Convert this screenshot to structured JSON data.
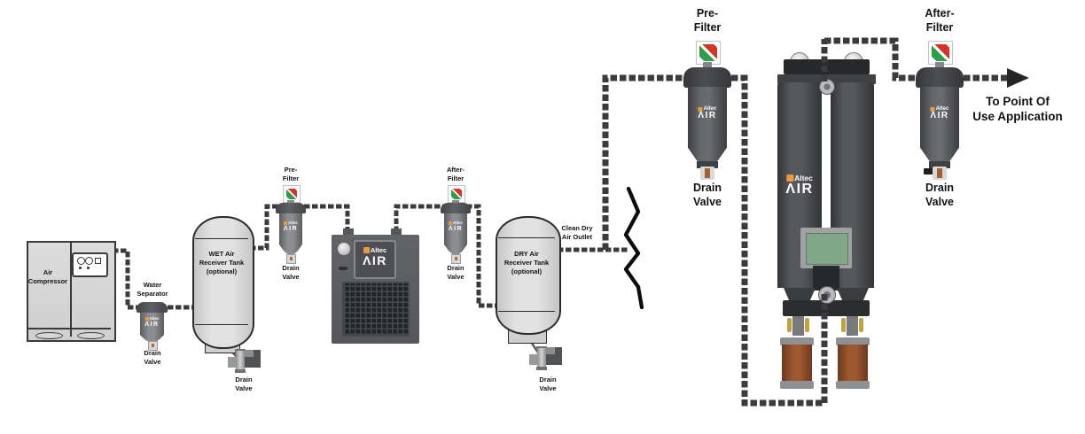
{
  "colors": {
    "pipe": "#3b3b3d",
    "gauge-red": "#d63426",
    "gauge-green": "#2f9e49",
    "brand-orange": "#e89c3f",
    "screen-green": "#80a78a",
    "brass": "#c2a23e"
  },
  "brand": {
    "altec": "Altec",
    "air": "ΛIR"
  },
  "labels": {
    "air_compressor": "Air\nCompressor",
    "water_separator": "Water\nSeparator",
    "wet_tank": "WET Air\nReceiver Tank\n(optional)",
    "dry_tank": "DRY Air\nReceiver Tank\n(optional)",
    "pre_filter": "Pre-\nFilter",
    "after_filter": "After-\nFilter",
    "drain_valve": "Drain\nValve",
    "clean_dry_outlet": "Clean Dry\nAir Outlet",
    "to_point_of_use": "To Point Of\nUse Application"
  }
}
